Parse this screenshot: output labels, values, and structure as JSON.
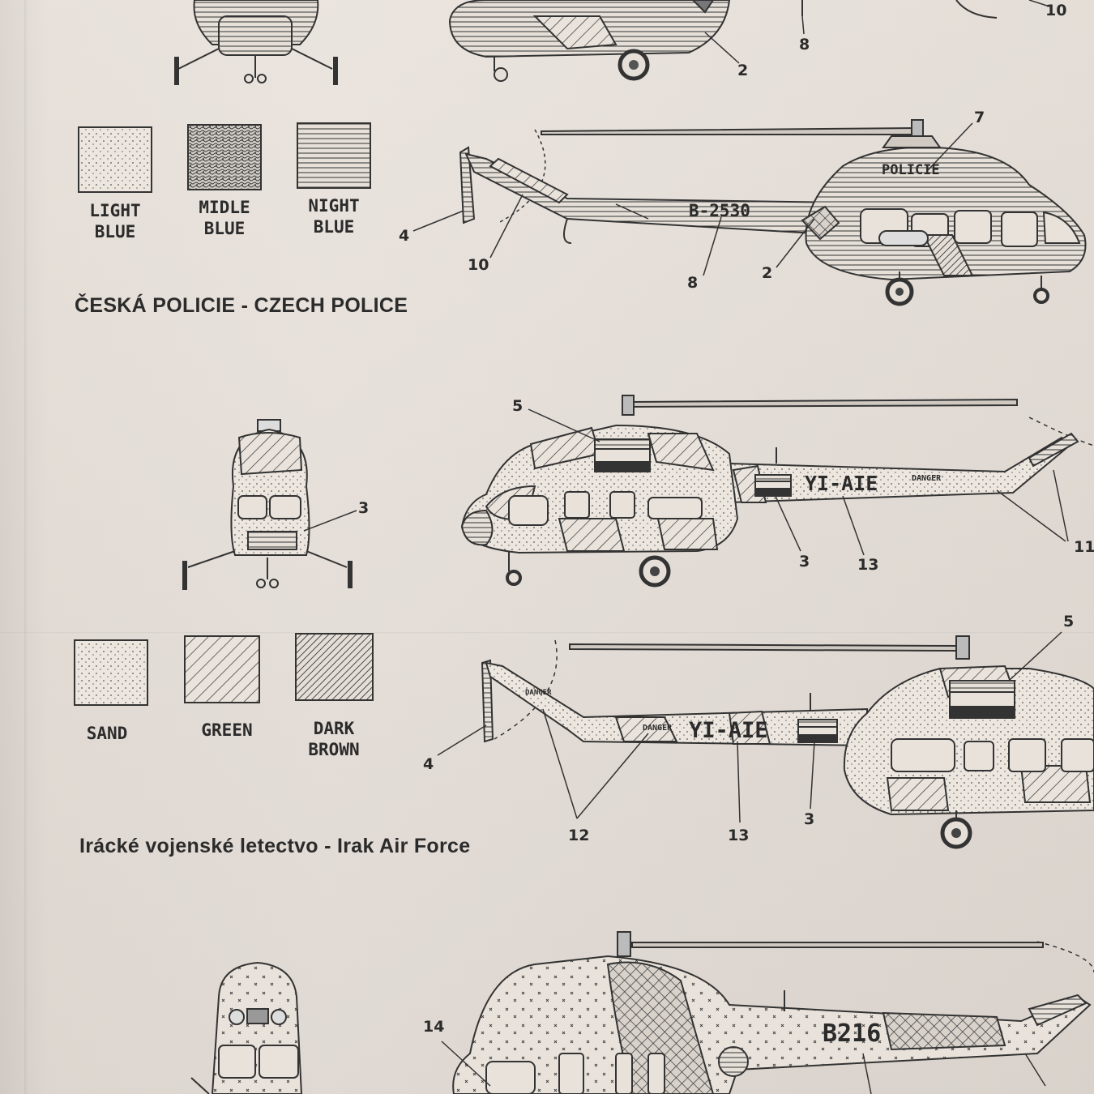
{
  "czech_section": {
    "title": "ČESKÁ POLICIE  -  CZECH POLICE",
    "swatches": [
      {
        "label_line1": "LIGHT",
        "label_line2": "BLUE"
      },
      {
        "label_line1": "MIDLE",
        "label_line2": "BLUE"
      },
      {
        "label_line1": "NIGHT",
        "label_line2": "BLUE"
      }
    ],
    "police_marking": "POLICIE",
    "registration": "B-2530",
    "callouts_top": [
      "2",
      "8",
      "10"
    ],
    "callouts_side": [
      "7",
      "4",
      "10",
      "8",
      "2"
    ]
  },
  "iraq_section": {
    "title": "Irácké vojenské letectvo  -  Irak Air Force",
    "swatches": [
      {
        "label_line1": "SAND",
        "label_line2": ""
      },
      {
        "label_line1": "GREEN",
        "label_line2": ""
      },
      {
        "label_line1": "DARK",
        "label_line2": "BROWN"
      }
    ],
    "registration": "YI-AIE",
    "danger_label": "DANGER",
    "callouts_upper": [
      "5",
      "3",
      "3",
      "13",
      "11"
    ],
    "callouts_lower": [
      "5",
      "4",
      "12",
      "13",
      "3"
    ]
  },
  "third_section": {
    "registration": "B216",
    "callouts": [
      "14"
    ]
  }
}
